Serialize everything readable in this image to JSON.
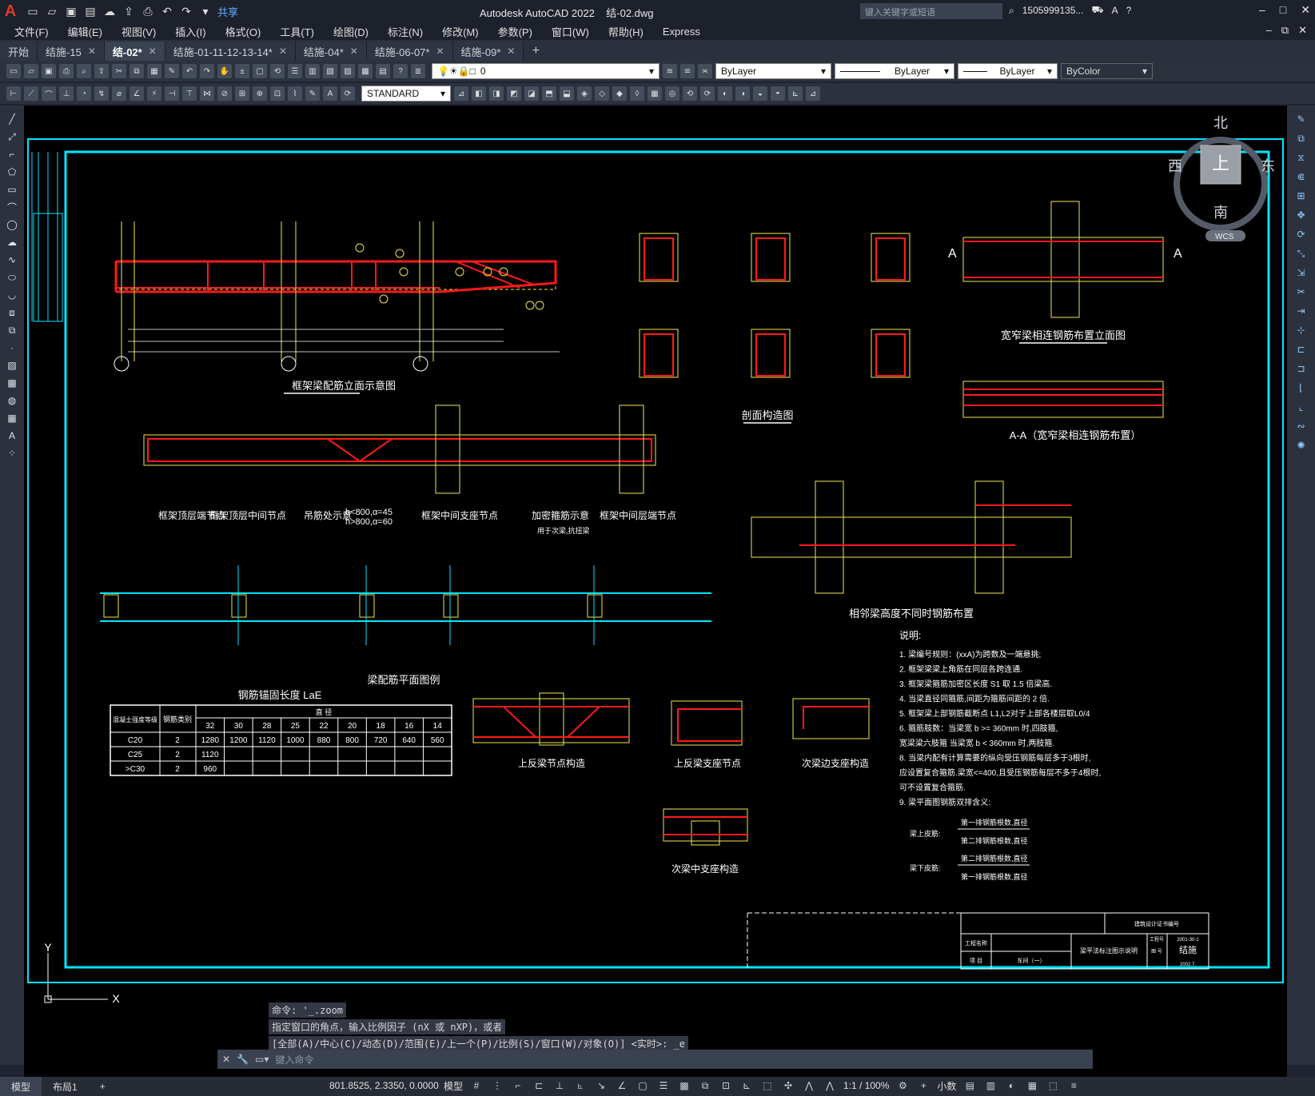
{
  "titlebar": {
    "app_name": "Autodesk AutoCAD 2022",
    "file_name": "结-02.dwg",
    "share_label": "共享",
    "search_placeholder": "键入关键字或短语",
    "user": "1505999135..."
  },
  "menu": [
    "文件(F)",
    "编辑(E)",
    "视图(V)",
    "插入(I)",
    "格式(O)",
    "工具(T)",
    "绘图(D)",
    "标注(N)",
    "修改(M)",
    "参数(P)",
    "窗口(W)",
    "帮助(H)",
    "Express"
  ],
  "tabs": [
    {
      "label": "开始",
      "active": false
    },
    {
      "label": "结施-15",
      "active": false
    },
    {
      "label": "结-02*",
      "active": true
    },
    {
      "label": "结施-01-11-12-13-14*",
      "active": false
    },
    {
      "label": "结施-04*",
      "active": false
    },
    {
      "label": "结施-06-07*",
      "active": false
    },
    {
      "label": "结施-09*",
      "active": false
    }
  ],
  "toolbar": {
    "layer_value": "0",
    "color_value": "ByLayer",
    "linetype_value": "ByLayer",
    "lineweight_value": "ByLayer",
    "plotstyle_value": "ByColor",
    "textstyle_value": "STANDARD"
  },
  "viewcube": {
    "north": "北",
    "south": "南",
    "east": "东",
    "west": "西",
    "top": "上",
    "wcs": "WCS"
  },
  "drawing": {
    "titles": {
      "frame_beam_elev": "框架梁配筋立面示意图",
      "section_detail": "剖面构造图",
      "wide_narrow_elev": "宽窄梁相连钢筋布置立面图",
      "aa_section": "A-A（宽窄梁相连钢筋布置）",
      "aa_label": "A",
      "roof_end_node": "框架顶层端节点",
      "roof_mid_node": "框架顶层中间节点",
      "hanger_detail": "吊筋处示意",
      "hanger_rule1": "h<800,α=45",
      "hanger_rule2": "h>800,α=60",
      "frame_mid_support": "框架中间支座节点",
      "densified_stirrup": "加密箍筋示意",
      "densified_note": "用于次梁,抗扭梁",
      "frame_mid_end": "框架中间层端节点",
      "diff_height": "相邻梁高度不同时钢筋布置",
      "beam_plan_legend": "梁配筋平面图例",
      "anchor_table_title": "钢筋锚固长度 LaE",
      "upturn_node": "上反梁节点构造",
      "upturn_support": "上反梁支座节点",
      "secondary_edge": "次梁边支座构造",
      "secondary_mid": "次梁中支座构造"
    },
    "table": {
      "h1": "混凝土强度等级",
      "h2": "钢筋类别",
      "h3": "直 径",
      "diameters": [
        "32",
        "30",
        "28",
        "25",
        "22",
        "20",
        "18",
        "16",
        "14"
      ],
      "rows": [
        {
          "grade": "C20",
          "cls": "2",
          "vals": [
            "1280",
            "1200",
            "1120",
            "1000",
            "880",
            "800",
            "720",
            "640",
            "560"
          ]
        },
        {
          "grade": "C25",
          "cls": "2",
          "vals": [
            "1120",
            "",
            "",
            "",
            "",
            "",
            "",
            "",
            ""
          ]
        },
        {
          "grade": ">C30",
          "cls": "2",
          "vals": [
            "960",
            "",
            "",
            "",
            "",
            "",
            "",
            "",
            ""
          ]
        }
      ]
    },
    "notes": {
      "heading": "说明:",
      "items": [
        "1. 梁编号规则：(xxA)为跨数及一端悬挑;",
        "2. 框架梁梁上角筋在同层各跨连通.",
        "3. 框架梁箍筋加密区长度 S1 取 1.5 倍梁高.",
        "4. 当梁直径同箍筋,间距为箍筋间距的 2 倍.",
        "5. 框架梁上部钢筋截断点 L1,L2对于上部各楼层取L0/4",
        "6. 箍筋肢数：当梁宽 b >= 360mm 时,四肢箍,",
        "    宽梁梁六肢箍   当梁宽 b < 360mm 时,两肢箍.",
        "8. 当梁内配有计算需要的纵向受压钢筋每层多于3根时,",
        "    应设置复合箍筋.梁宽<=400,且受压钢筋每层不多于4根时,",
        "    可不设置复合箍筋.",
        "9. 梁平面图钢筋双排含义:"
      ],
      "top_label": "梁上皮筋:",
      "bottom_label": "梁下皮筋:",
      "row1": "第一排钢筋根数,直径",
      "row2": "第二排钢筋根数,直径",
      "row3": "第二排钢筋根数,直径",
      "row4": "第一排钢筋根数,直径"
    },
    "titleblock": {
      "cert": "建筑设计证书编号",
      "project": "工程名称",
      "item": "项 目",
      "phase": "车间（一）",
      "drawing_name": "梁平法标注图示说明",
      "no_label": "工程号",
      "no_value": "2001-30-1",
      "sheet_label": "图 号",
      "sheet_value": "结施",
      "date": "2002.7."
    },
    "ucs": {
      "y": "Y",
      "x": "X"
    }
  },
  "command": {
    "history": [
      "命令: '_.zoom",
      "指定窗口的角点，输入比例因子 (nX 或 nXP)，或者",
      "[全部(A)/中心(C)/动态(D)/范围(E)/上一个(P)/比例(S)/窗口(W)/对象(O)] <实时>: _e"
    ],
    "placeholder": "键入命令"
  },
  "status": {
    "tab_model": "模型",
    "tab_layout": "布局1",
    "tab_plus": "+",
    "coords": "801.8525, 2.3350, 0.0000",
    "mode": "模型",
    "scale": "1:1 / 100%",
    "units": "小数"
  },
  "colors": {
    "background": "#000000",
    "frame": "#00e5ff",
    "rebar": "#ff1a1a",
    "concrete": "#f2e94a",
    "dim": "#ffffff",
    "accent": "#5fb0ff"
  }
}
